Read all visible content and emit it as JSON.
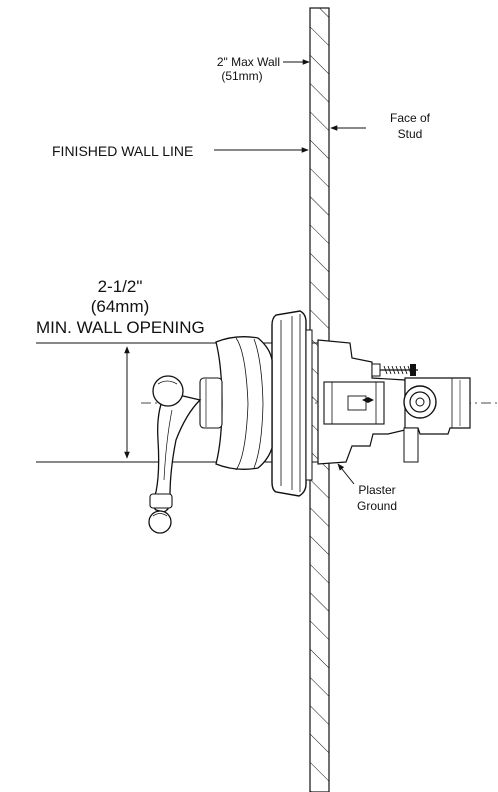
{
  "labels": {
    "max_wall_line1": "2\" Max Wall",
    "max_wall_line2": "(51mm)",
    "face_of_stud_line1": "Face of",
    "face_of_stud_line2": "Stud",
    "finished_wall_line": "FINISHED WALL LINE",
    "dimension_imperial": "2-1/2\"",
    "dimension_metric": "(64mm)",
    "min_wall_opening": "MIN. WALL OPENING",
    "plaster_ground_line1": "Plaster",
    "plaster_ground_line2": "Ground"
  },
  "colors": {
    "line": "#111111",
    "fill_light": "#eeeeee",
    "background": "#ffffff"
  }
}
